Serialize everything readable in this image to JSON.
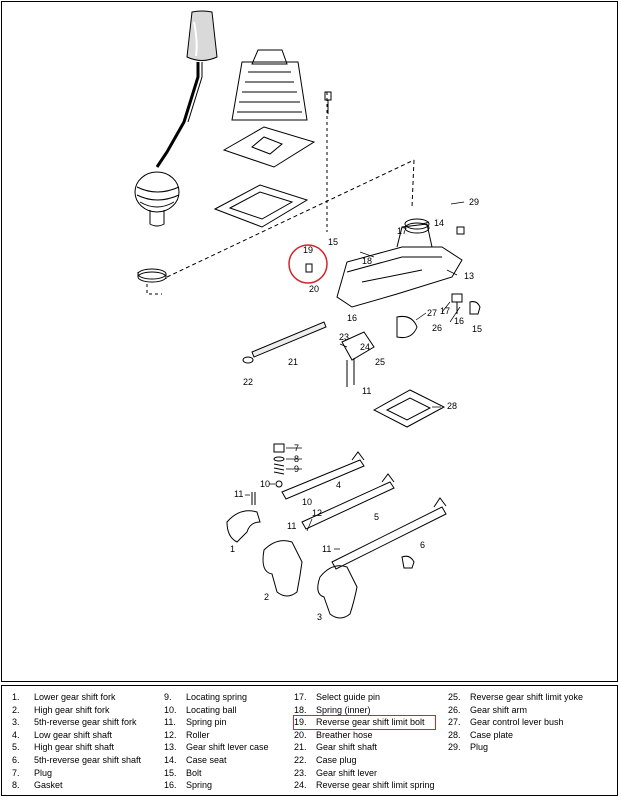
{
  "callouts": [
    "1",
    "2",
    "3",
    "4",
    "5",
    "6",
    "7",
    "8",
    "9",
    "10",
    "10",
    "11",
    "11",
    "11",
    "11",
    "12",
    "13",
    "14",
    "15",
    "15",
    "16",
    "16",
    "17",
    "17",
    "18",
    "19",
    "20",
    "21",
    "22",
    "23",
    "24",
    "25",
    "26",
    "27",
    "28",
    "29"
  ],
  "legend": [
    {
      "num": "1.",
      "text": "Lower gear shift fork"
    },
    {
      "num": "2.",
      "text": "High gear shift fork"
    },
    {
      "num": "3.",
      "text": "5th-reverse gear shift fork"
    },
    {
      "num": "4.",
      "text": "Low gear shift shaft"
    },
    {
      "num": "5.",
      "text": "High gear shift shaft"
    },
    {
      "num": "6.",
      "text": "5th-reverse gear shift shaft"
    },
    {
      "num": "7.",
      "text": "Plug"
    },
    {
      "num": "8.",
      "text": "Gasket"
    },
    {
      "num": "9.",
      "text": "Locating spring"
    },
    {
      "num": "10.",
      "text": "Locating ball"
    },
    {
      "num": "11.",
      "text": "Spring pin"
    },
    {
      "num": "12.",
      "text": "Roller"
    },
    {
      "num": "13.",
      "text": "Gear shift lever case"
    },
    {
      "num": "14.",
      "text": "Case seat"
    },
    {
      "num": "15.",
      "text": "Bolt"
    },
    {
      "num": "16.",
      "text": "Spring"
    },
    {
      "num": "17.",
      "text": "Select guide pin"
    },
    {
      "num": "18.",
      "text": "Spring (inner)"
    },
    {
      "num": "19.",
      "text": "Reverse gear shift limit bolt",
      "highlight": true
    },
    {
      "num": "20.",
      "text": "Breather hose"
    },
    {
      "num": "21.",
      "text": "Gear shift shaft"
    },
    {
      "num": "22.",
      "text": "Case plug"
    },
    {
      "num": "23.",
      "text": "Gear shift lever"
    },
    {
      "num": "24.",
      "text": "Reverse gear shift limit spring"
    },
    {
      "num": "25.",
      "text": "Reverse gear shift limit yoke"
    },
    {
      "num": "26.",
      "text": "Gear shift arm"
    },
    {
      "num": "27.",
      "text": "Gear control lever bush"
    },
    {
      "num": "28.",
      "text": "Case plate"
    },
    {
      "num": "29.",
      "text": "Plug"
    }
  ],
  "colors": {
    "highlight": "#d6242b",
    "line": "#000000"
  }
}
